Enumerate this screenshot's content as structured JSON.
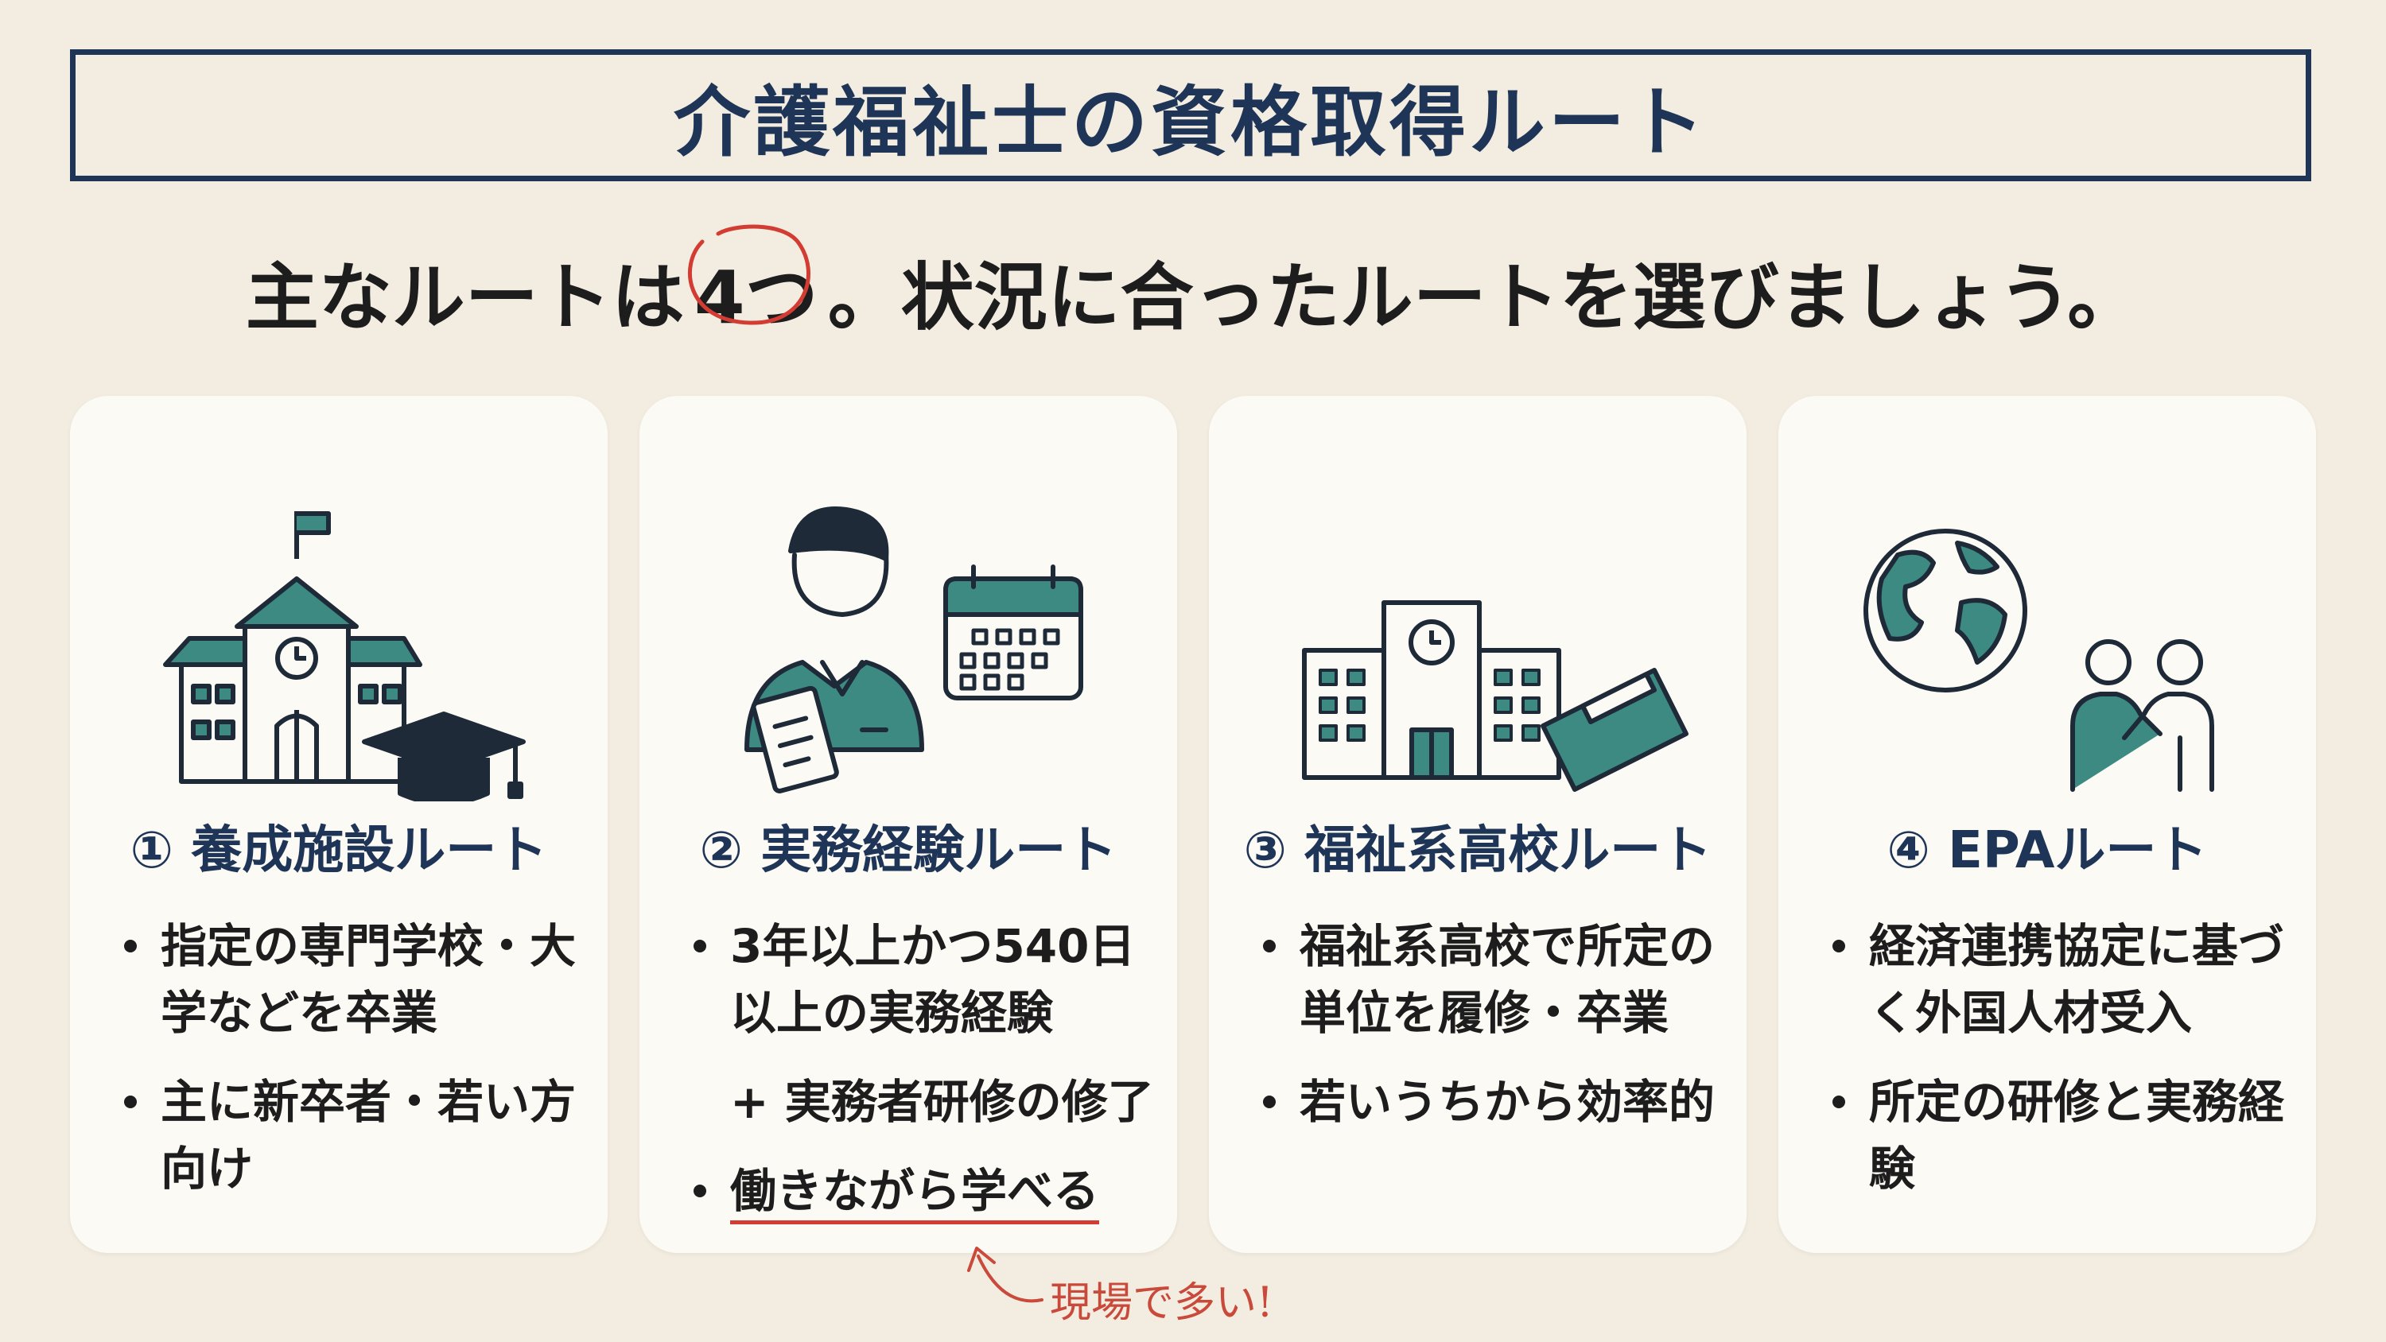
{
  "title": "介護福祉士の資格取得ルート",
  "subtitle": {
    "before": "主なルートは",
    "highlight": "4つ",
    "after": "。状況に合ったルートを選びましょう。"
  },
  "cards": [
    {
      "heading": "① 養成施設ルート",
      "icon": "school-graduation-icon",
      "bullets": [
        "指定の専門学校・大学などを卒業",
        "主に新卒者・若い方向け"
      ]
    },
    {
      "heading": "② 実務経験ルート",
      "icon": "worker-calendar-icon",
      "bullets": [
        "3年以上かつ540日以上の実務経験",
        "+ 実務者研修の修了",
        "働きながら学べる"
      ]
    },
    {
      "heading": "③ 福祉系高校ルート",
      "icon": "highschool-book-icon",
      "bullets": [
        "福祉系高校で所定の単位を履修・卒業",
        "若いうちから効率的"
      ]
    },
    {
      "heading": "④ EPAルート",
      "icon": "globe-handshake-icon",
      "bullets": [
        "経済連携協定に基づく外国人材受入",
        "所定の研修と実務経験"
      ]
    }
  ],
  "note": "現場で多い!",
  "colors": {
    "navy": "#1e3557",
    "teal": "#3d8a82",
    "red": "#d23c32",
    "background": "#f3ede1",
    "card": "#fcfaf5"
  }
}
